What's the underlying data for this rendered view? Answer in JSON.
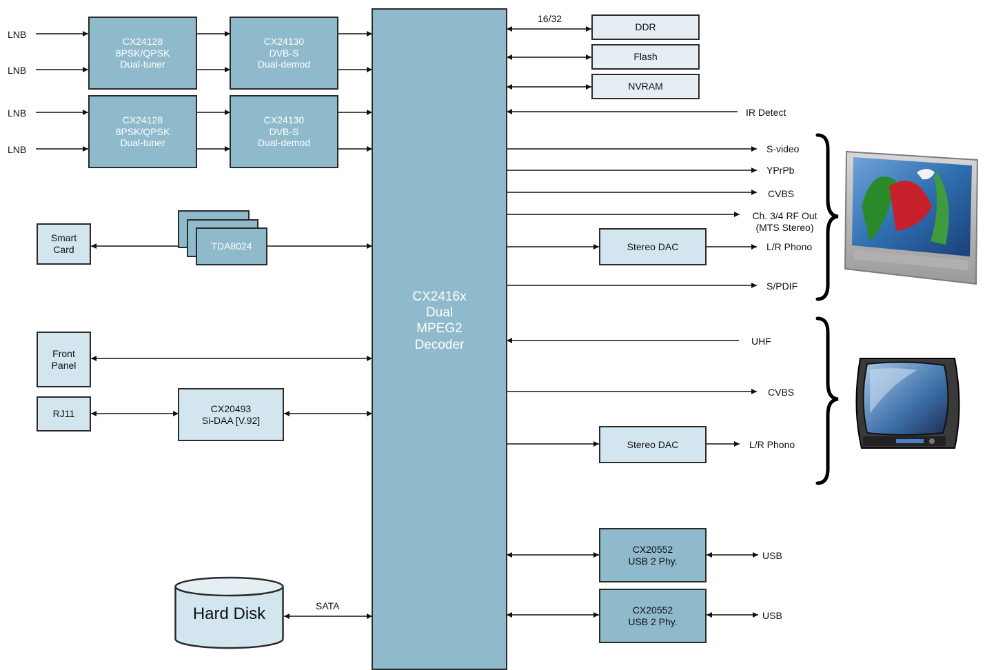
{
  "diagram": {
    "processor": {
      "lines": [
        "CX2416x",
        "Dual",
        "MPEG2",
        "Decoder"
      ]
    },
    "tuners": [
      {
        "lines": [
          "CX24128",
          "8PSK/QPSK",
          "Dual-tuner"
        ]
      },
      {
        "lines": [
          "CX24128",
          "8PSK/QPSK",
          "Dual-tuner"
        ]
      }
    ],
    "demods": [
      {
        "lines": [
          "CX24130",
          "DVB-S",
          "Dual-demod"
        ]
      },
      {
        "lines": [
          "CX24130",
          "DVB-S",
          "Dual-demod"
        ]
      }
    ],
    "lnb_inputs": [
      "LNB",
      "LNB",
      "LNB",
      "LNB"
    ],
    "memory": {
      "bus_label": "16/32",
      "ddr": "DDR",
      "flash": "Flash",
      "nvram": "NVRAM"
    },
    "ir_detect": "IR Detect",
    "hd_outputs": {
      "svideo": "S-video",
      "yprpb": "YPrPb",
      "cvbs": "CVBS",
      "rf_out": [
        "Ch. 3/4 RF Out",
        "(MTS Stereo)"
      ],
      "stereo_dac": "Stereo DAC",
      "lr_phono": "L/R Phono",
      "spdif": "S/PDIF"
    },
    "sd_outputs": {
      "uhf": "UHF",
      "cvbs": "CVBS",
      "stereo_dac": "Stereo DAC",
      "lr_phono": "L/R Phono"
    },
    "smart_card": {
      "lines": [
        "Smart",
        "Card"
      ]
    },
    "tda": "TDA8024",
    "front_panel": {
      "lines": [
        "Front",
        "Panel"
      ]
    },
    "rj11": "RJ11",
    "modem": {
      "lines": [
        "CX20493",
        "Si-DAA [V.92]"
      ]
    },
    "usb_phys": [
      {
        "lines": [
          "CX20552",
          "USB 2 Phy."
        ],
        "port": "USB"
      },
      {
        "lines": [
          "CX20552",
          "USB 2 Phy."
        ],
        "port": "USB"
      }
    ],
    "hard_disk": {
      "label": "Hard Disk",
      "interface": "SATA"
    },
    "colors": {
      "dark_block": "#8fbacb",
      "light_block": "#d3e6ef",
      "pale_block": "#e4eef3",
      "line": "#111111"
    }
  }
}
